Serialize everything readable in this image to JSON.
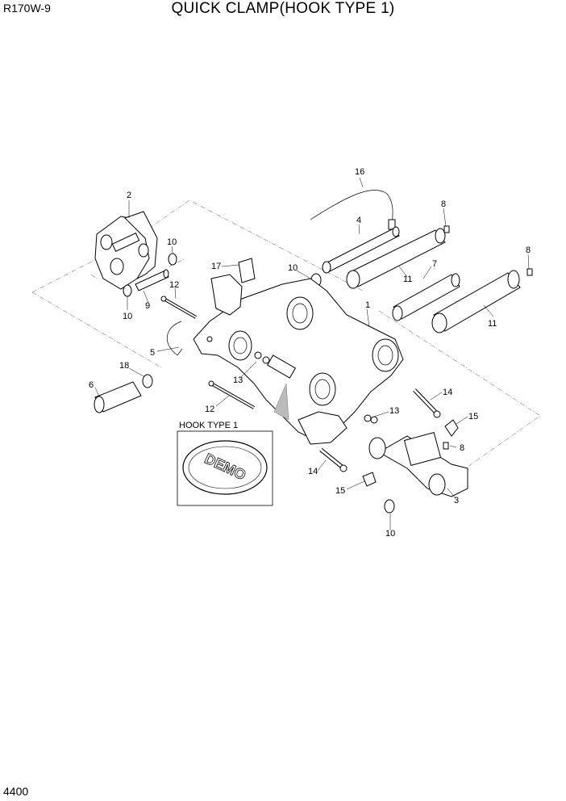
{
  "header": {
    "model_code": "R170W-9",
    "title": "QUICK CLAMP(HOOK TYPE 1)"
  },
  "footer": {
    "page_number": "4400"
  },
  "inset": {
    "label": "HOOK TYPE 1",
    "logo_text": "DEMO"
  },
  "callouts": {
    "c1": "1",
    "c2": "2",
    "c3": "3",
    "c4": "4",
    "c5": "5",
    "c6": "6",
    "c7": "7",
    "c8a": "8",
    "c8b": "8",
    "c8c": "8",
    "c9": "9",
    "c10a": "10",
    "c10b": "10",
    "c10c": "10",
    "c10d": "10",
    "c11a": "11",
    "c11b": "11",
    "c12a": "12",
    "c12b": "12",
    "c13a": "13",
    "c13b": "13",
    "c14a": "14",
    "c14b": "14",
    "c15a": "15",
    "c15b": "15",
    "c16": "16",
    "c17": "17",
    "c18": "18"
  }
}
